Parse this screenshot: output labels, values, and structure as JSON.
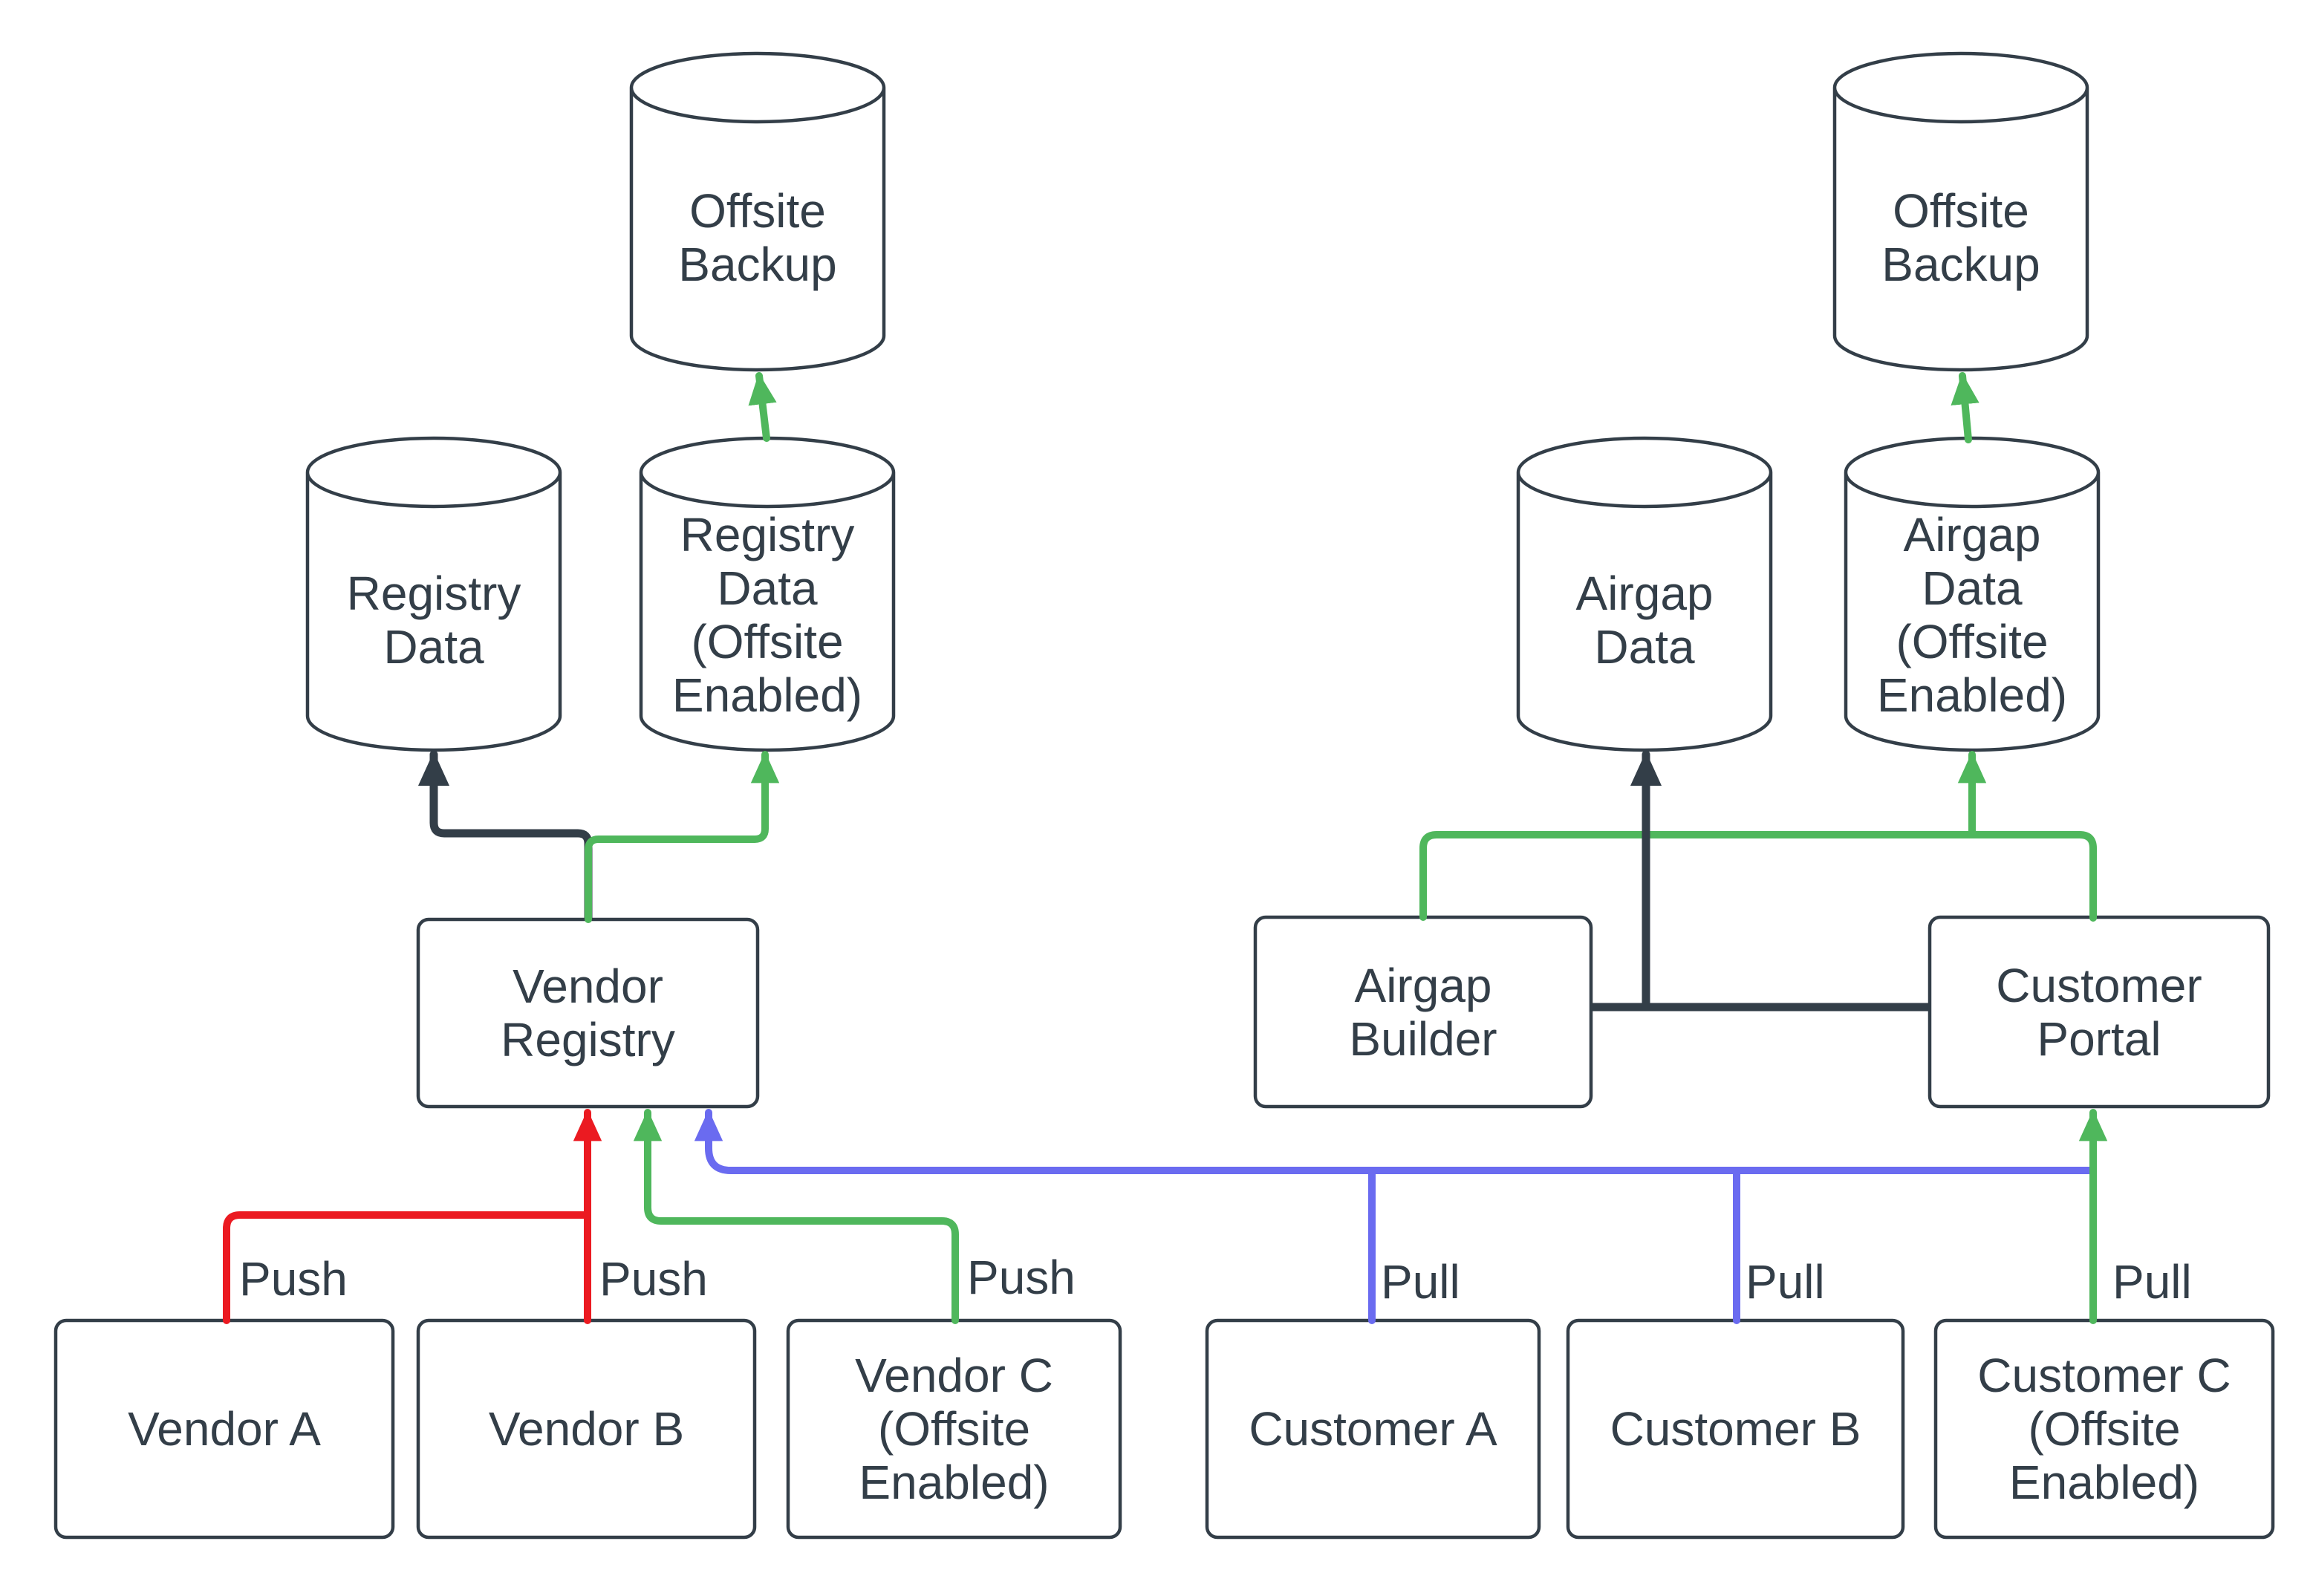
{
  "diagram": {
    "colors": {
      "background": "#ffffff",
      "dark": "#333e48",
      "red": "#eb1a21",
      "green": "#4fb75c",
      "purple": "#6a6bf0"
    },
    "nodes": {
      "offsite_backup_left": {
        "label": "Offsite\nBackup",
        "shape": "cylinder"
      },
      "registry_data": {
        "label": "Registry\nData",
        "shape": "cylinder"
      },
      "registry_data_offsite": {
        "label": "Registry\nData\n(Offsite\nEnabled)",
        "shape": "cylinder"
      },
      "vendor_registry": {
        "label": "Vendor\nRegistry",
        "shape": "box"
      },
      "vendor_a": {
        "label": "Vendor A",
        "shape": "box"
      },
      "vendor_b": {
        "label": "Vendor B",
        "shape": "box"
      },
      "vendor_c": {
        "label": "Vendor C\n(Offsite\nEnabled)",
        "shape": "box"
      },
      "offsite_backup_right": {
        "label": "Offsite\nBackup",
        "shape": "cylinder"
      },
      "airgap_data": {
        "label": "Airgap\nData",
        "shape": "cylinder"
      },
      "airgap_data_offsite": {
        "label": "Airgap\nData\n(Offsite\nEnabled)",
        "shape": "cylinder"
      },
      "airgap_builder": {
        "label": "Airgap\nBuilder",
        "shape": "box"
      },
      "customer_portal": {
        "label": "Customer\nPortal",
        "shape": "box"
      },
      "customer_a": {
        "label": "Customer A",
        "shape": "box"
      },
      "customer_b": {
        "label": "Customer B",
        "shape": "box"
      },
      "customer_c": {
        "label": "Customer C\n(Offsite\nEnabled)",
        "shape": "box"
      }
    },
    "edges": [
      {
        "id": "push_a",
        "from": "vendor_a",
        "to": "vendor_registry",
        "label": "Push",
        "color": "red"
      },
      {
        "id": "push_b",
        "from": "vendor_b",
        "to": "vendor_registry",
        "label": "Push",
        "color": "red"
      },
      {
        "id": "push_c",
        "from": "vendor_c",
        "to": "vendor_registry",
        "label": "Push",
        "color": "green"
      },
      {
        "id": "pull_a",
        "from": "customer_a",
        "to": "customer_portal",
        "label": "Pull",
        "color": "purple"
      },
      {
        "id": "pull_b",
        "from": "customer_b",
        "to": "customer_portal",
        "label": "Pull",
        "color": "purple"
      },
      {
        "id": "pull_c",
        "from": "customer_c",
        "to": "customer_portal",
        "label": "Pull",
        "color": "green"
      },
      {
        "id": "portal_to_vendor_registry",
        "from": "customer_portal",
        "to": "vendor_registry",
        "label": "",
        "color": "purple"
      },
      {
        "id": "registry_to_registry_data",
        "from": "vendor_registry",
        "to": "registry_data",
        "label": "",
        "color": "dark"
      },
      {
        "id": "registry_to_registry_data_offsite",
        "from": "vendor_registry",
        "to": "registry_data_offsite",
        "label": "",
        "color": "green"
      },
      {
        "id": "registry_data_offsite_to_backup",
        "from": "registry_data_offsite",
        "to": "offsite_backup_left",
        "label": "",
        "color": "green"
      },
      {
        "id": "builder_to_airgap_data",
        "from": "airgap_builder",
        "to": "airgap_data",
        "label": "",
        "color": "dark"
      },
      {
        "id": "portal_to_airgap_data",
        "from": "customer_portal",
        "to": "airgap_data",
        "label": "",
        "color": "dark"
      },
      {
        "id": "builder_to_airgap_data_offsite",
        "from": "airgap_builder",
        "to": "airgap_data_offsite",
        "label": "",
        "color": "green"
      },
      {
        "id": "portal_to_airgap_data_offsite",
        "from": "customer_portal",
        "to": "airgap_data_offsite",
        "label": "",
        "color": "green"
      },
      {
        "id": "airgap_data_offsite_to_backup",
        "from": "airgap_data_offsite",
        "to": "offsite_backup_right",
        "label": "",
        "color": "green"
      }
    ]
  }
}
